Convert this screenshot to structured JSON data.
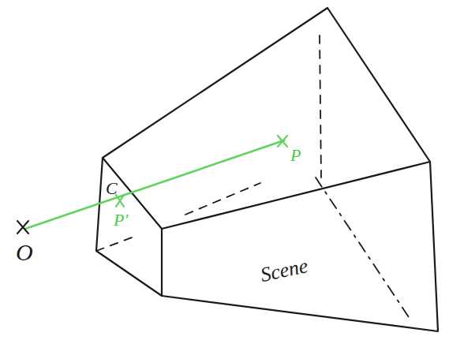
{
  "diagram": {
    "labels": [
      "P",
      "C",
      "P'",
      "O",
      "Scene"
    ]
  }
}
